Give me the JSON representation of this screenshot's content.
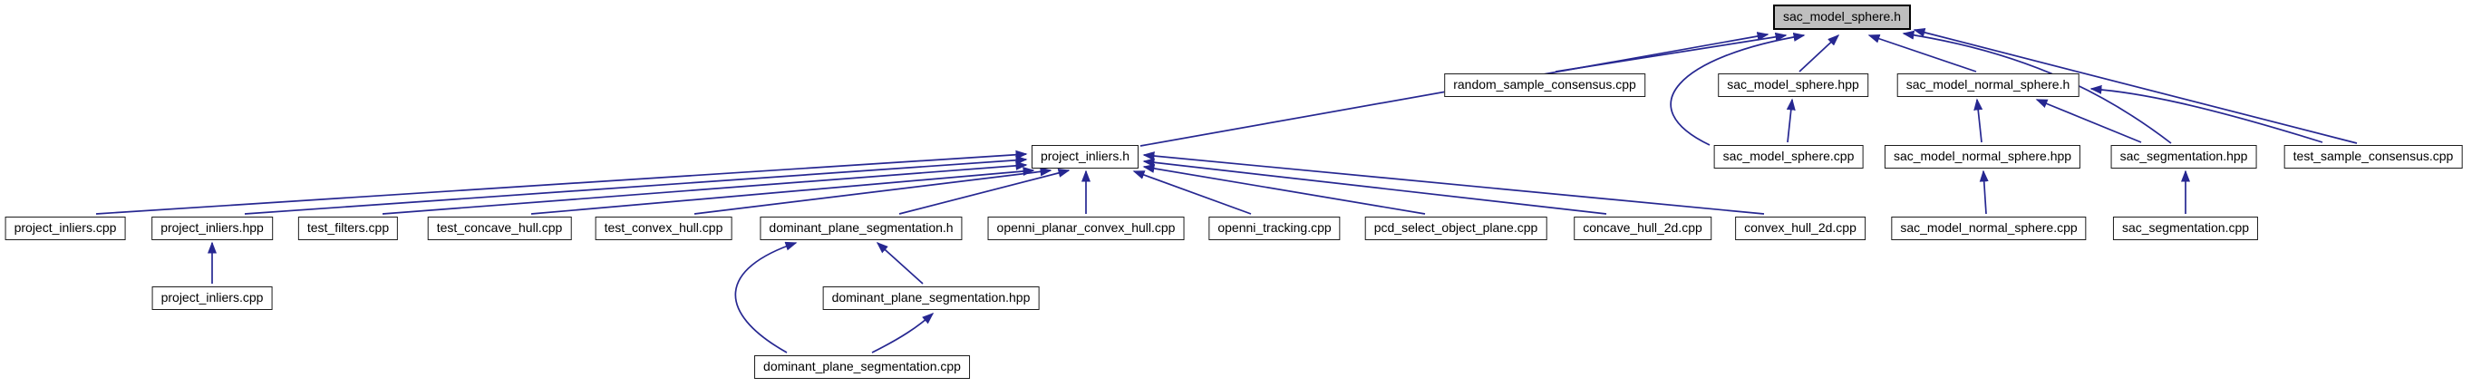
{
  "diagram": {
    "type": "include-dependency-graph",
    "root_file": "sac_model_sphere.h",
    "colors": {
      "background": "#ffffff",
      "edge": "#262791",
      "node_fill": "#ffffff",
      "node_border": "#000000",
      "root_fill": "#bfbfbf"
    },
    "nodes": [
      {
        "id": "sac_model_sphere_h",
        "label": "sac_model_sphere.h",
        "kind": "root"
      },
      {
        "id": "random_sample_consensus_cpp",
        "label": "random_sample_consensus.cpp",
        "kind": "file"
      },
      {
        "id": "sac_model_sphere_hpp",
        "label": "sac_model_sphere.hpp",
        "kind": "file"
      },
      {
        "id": "sac_model_normal_sphere_h",
        "label": "sac_model_normal_sphere.h",
        "kind": "file"
      },
      {
        "id": "project_inliers_h",
        "label": "project_inliers.h",
        "kind": "file"
      },
      {
        "id": "sac_model_sphere_cpp",
        "label": "sac_model_sphere.cpp",
        "kind": "file"
      },
      {
        "id": "sac_model_normal_sphere_hpp",
        "label": "sac_model_normal_sphere.hpp",
        "kind": "file"
      },
      {
        "id": "sac_segmentation_hpp",
        "label": "sac_segmentation.hpp",
        "kind": "file"
      },
      {
        "id": "test_sample_consensus_cpp",
        "label": "test_sample_consensus.cpp",
        "kind": "file"
      },
      {
        "id": "project_inliers_cpp_1",
        "label": "project_inliers.cpp",
        "kind": "file"
      },
      {
        "id": "project_inliers_hpp",
        "label": "project_inliers.hpp",
        "kind": "file"
      },
      {
        "id": "test_filters_cpp",
        "label": "test_filters.cpp",
        "kind": "file"
      },
      {
        "id": "test_concave_hull_cpp",
        "label": "test_concave_hull.cpp",
        "kind": "file"
      },
      {
        "id": "test_convex_hull_cpp",
        "label": "test_convex_hull.cpp",
        "kind": "file"
      },
      {
        "id": "dominant_plane_segmentation_h",
        "label": "dominant_plane_segmentation.h",
        "kind": "file"
      },
      {
        "id": "openni_planar_convex_hull_cpp",
        "label": "openni_planar_convex_hull.cpp",
        "kind": "file"
      },
      {
        "id": "openni_tracking_cpp",
        "label": "openni_tracking.cpp",
        "kind": "file"
      },
      {
        "id": "pcd_select_object_plane_cpp",
        "label": "pcd_select_object_plane.cpp",
        "kind": "file"
      },
      {
        "id": "concave_hull_2d_cpp",
        "label": "concave_hull_2d.cpp",
        "kind": "file"
      },
      {
        "id": "convex_hull_2d_cpp",
        "label": "convex_hull_2d.cpp",
        "kind": "file"
      },
      {
        "id": "sac_model_normal_sphere_cpp",
        "label": "sac_model_normal_sphere.cpp",
        "kind": "file"
      },
      {
        "id": "sac_segmentation_cpp",
        "label": "sac_segmentation.cpp",
        "kind": "file"
      },
      {
        "id": "project_inliers_cpp_2",
        "label": "project_inliers.cpp",
        "kind": "file"
      },
      {
        "id": "dominant_plane_segmentation_hpp",
        "label": "dominant_plane_segmentation.hpp",
        "kind": "file"
      },
      {
        "id": "dominant_plane_segmentation_cpp",
        "label": "dominant_plane_segmentation.cpp",
        "kind": "file"
      }
    ],
    "edges": [
      {
        "from": "project_inliers_h",
        "to": "sac_model_sphere.h"
      },
      {
        "from": "random_sample_consensus.cpp",
        "to": "sac_model_sphere.h"
      },
      {
        "from": "sac_model_sphere.hpp",
        "to": "sac_model_sphere.h"
      },
      {
        "from": "sac_model_sphere.cpp",
        "to": "sac_model_sphere.h"
      },
      {
        "from": "sac_model_sphere.cpp",
        "to": "sac_model_sphere.hpp"
      },
      {
        "from": "sac_model_normal_sphere.h",
        "to": "sac_model_sphere.h"
      },
      {
        "from": "sac_segmentation.hpp",
        "to": "sac_model_sphere.h"
      },
      {
        "from": "test_sample_consensus.cpp",
        "to": "sac_model_sphere.h"
      },
      {
        "from": "sac_model_normal_sphere.hpp",
        "to": "sac_model_normal_sphere.h"
      },
      {
        "from": "sac_segmentation.hpp",
        "to": "sac_model_normal_sphere.h"
      },
      {
        "from": "test_sample_consensus.cpp",
        "to": "sac_model_normal_sphere.h"
      },
      {
        "from": "sac_model_normal_sphere.cpp",
        "to": "sac_model_normal_sphere.hpp"
      },
      {
        "from": "sac_segmentation.cpp",
        "to": "sac_segmentation.hpp"
      },
      {
        "from": "project_inliers.cpp",
        "to": "project_inliers.h"
      },
      {
        "from": "project_inliers.hpp",
        "to": "project_inliers.h"
      },
      {
        "from": "test_filters.cpp",
        "to": "project_inliers.h"
      },
      {
        "from": "test_concave_hull.cpp",
        "to": "project_inliers.h"
      },
      {
        "from": "test_convex_hull.cpp",
        "to": "project_inliers.h"
      },
      {
        "from": "dominant_plane_segmentation.h",
        "to": "project_inliers.h"
      },
      {
        "from": "openni_planar_convex_hull.cpp",
        "to": "project_inliers.h"
      },
      {
        "from": "openni_tracking.cpp",
        "to": "project_inliers.h"
      },
      {
        "from": "pcd_select_object_plane.cpp",
        "to": "project_inliers.h"
      },
      {
        "from": "concave_hull_2d.cpp",
        "to": "project_inliers.h"
      },
      {
        "from": "convex_hull_2d.cpp",
        "to": "project_inliers.h"
      },
      {
        "from": "project_inliers.cpp",
        "to": "project_inliers.hpp"
      },
      {
        "from": "dominant_plane_segmentation.hpp",
        "to": "dominant_plane_segmentation.h"
      },
      {
        "from": "dominant_plane_segmentation.cpp",
        "to": "dominant_plane_segmentation.h"
      },
      {
        "from": "dominant_plane_segmentation.cpp",
        "to": "dominant_plane_segmentation.hpp"
      }
    ]
  }
}
